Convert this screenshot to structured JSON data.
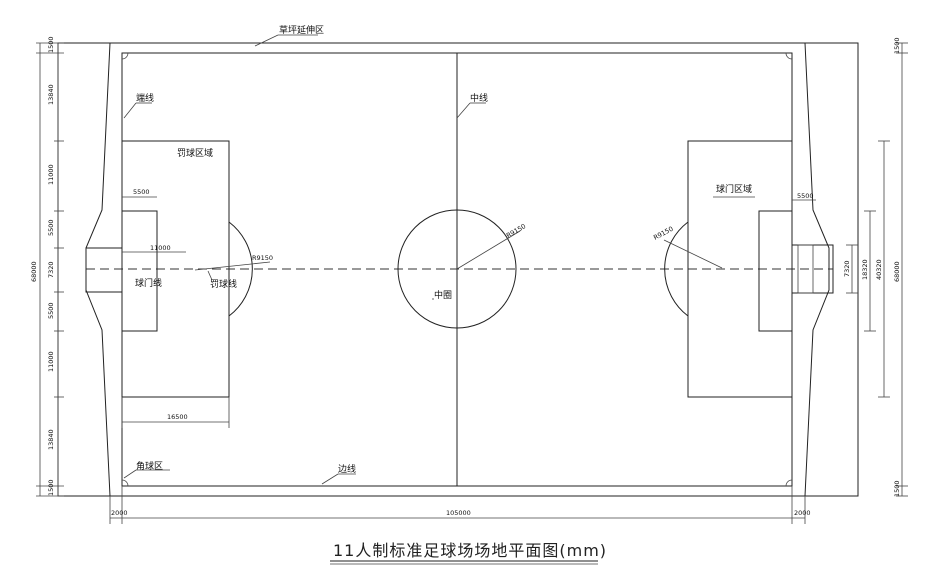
{
  "labels": {
    "turf_extension": "草坪延伸区",
    "end_line": "端线",
    "center_line": "中线",
    "penalty_area": "罚球区域",
    "goal_area": "球门区域",
    "goal_line": "球门线",
    "penalty_line": "罚球线",
    "center_circle": "中圈",
    "corner_area": "角球区",
    "touch_line": "边线"
  },
  "dimensions": {
    "d1500": "1500",
    "d13840": "13840",
    "d11000": "11000",
    "d5500": "5500",
    "d7320": "7320",
    "d68000": "68000",
    "d16500": "16500",
    "r9150": "R9150",
    "d18320": "18320",
    "d40320": "40320",
    "d105000": "105000",
    "d2000": "2000"
  },
  "title": "11人制标准足球场场地平面图(mm)"
}
